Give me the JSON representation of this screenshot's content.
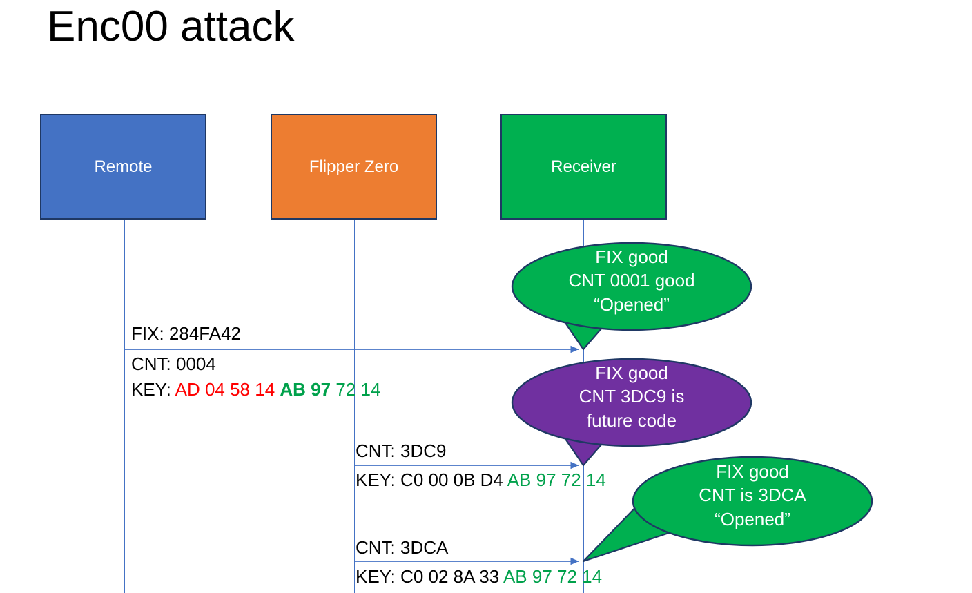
{
  "title": "Enc00 attack",
  "colors": {
    "remote": "#4472C4",
    "flipper": "#ED7D31",
    "receiver": "#00B050",
    "future": "#7030A0",
    "lifeline": "#4472C4",
    "box_border": "#1F3864",
    "red_key": "#FF0000",
    "green_key": "#00A14B",
    "background": "#FFFFFF",
    "text": "#000000"
  },
  "actors": [
    {
      "id": "remote",
      "label": "Remote"
    },
    {
      "id": "flipper",
      "label": "Flipper Zero"
    },
    {
      "id": "receiver",
      "label": "Receiver"
    }
  ],
  "messages": [
    {
      "id": "msg1",
      "from": "remote",
      "to": "receiver",
      "line1": "FIX: 284FA42",
      "line2": "CNT: 0004",
      "line3_prefix": "KEY: ",
      "line3_red": "AD 04 58 14",
      "line3_green_bold": "AB 97",
      "line3_green": "72 14"
    },
    {
      "id": "msg2",
      "from": "flipper",
      "to": "receiver",
      "line1": "CNT: 3DC9",
      "line2_prefix": "KEY: C0 00 0B D4 ",
      "line2_green": "AB 97 72 14"
    },
    {
      "id": "msg3",
      "from": "flipper",
      "to": "receiver",
      "line1": "CNT: 3DCA",
      "line2_prefix": "KEY: C0 02 8A 33 ",
      "line2_green": "AB 97 72 14"
    }
  ],
  "bubbles": [
    {
      "id": "bubble1",
      "color": "#00B050",
      "lines": [
        "FIX good",
        "CNT 0001 good",
        "“Opened”"
      ]
    },
    {
      "id": "bubble2",
      "color": "#7030A0",
      "lines": [
        "FIX good",
        "CNT 3DC9 is",
        "future code"
      ]
    },
    {
      "id": "bubble3",
      "color": "#00B050",
      "lines": [
        "FIX good",
        "CNT is 3DCA",
        "“Opened”"
      ]
    }
  ]
}
